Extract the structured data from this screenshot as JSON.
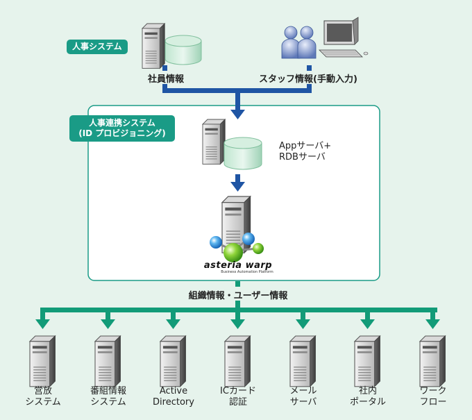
{
  "top": {
    "hr_tag": "人事システム",
    "employee_label": "社員情報",
    "staff_label": "スタッフ情報(手動入力)"
  },
  "middle": {
    "tag_line1": "人事連携システム",
    "tag_line2": "(ID プロビジョニング)",
    "server_line1": "Appサーバ+",
    "server_line2": "RDBサーバ",
    "logo_text": "asteria warp",
    "logo_sub": "Business Automation Platform"
  },
  "flow_label": "組織情報・ユーザー情報",
  "targets": [
    {
      "line1": "営放",
      "line2": "システム"
    },
    {
      "line1": "番組情報",
      "line2": "システム"
    },
    {
      "line1": "Active",
      "line2": "Directory"
    },
    {
      "line1": "ICカード",
      "line2": "認証"
    },
    {
      "line1": "メール",
      "line2": "サーバ"
    },
    {
      "line1": "社内",
      "line2": "ポータル"
    },
    {
      "line1": "ワーク",
      "line2": "フロー"
    }
  ],
  "colors": {
    "background": "#e6f3ec",
    "accent_teal": "#1a9b86",
    "arrow_blue": "#1f55a4",
    "arrow_green": "#129b78"
  }
}
